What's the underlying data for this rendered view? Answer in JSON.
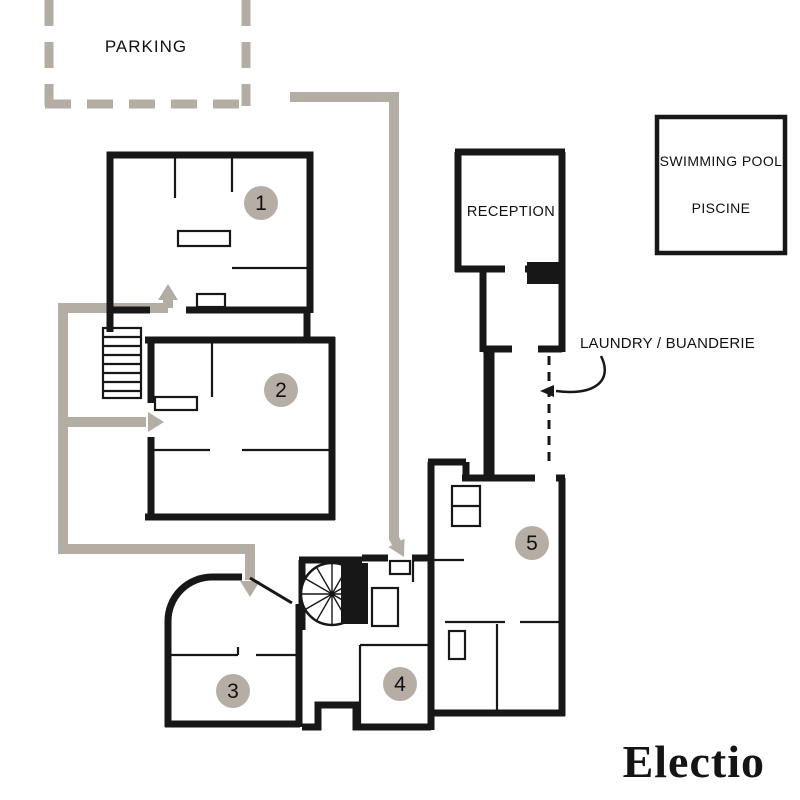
{
  "colors": {
    "wall": "#171717",
    "path_gray": "#b4ada4",
    "circle_fill": "#b6aea5",
    "text": "#111111",
    "bg": "#ffffff"
  },
  "labels": {
    "parking": "PARKING",
    "reception": "RECEPTION",
    "laundry": "LAUNDRY / BUANDERIE",
    "swimming_pool_line1": "SWIMMING POOL",
    "swimming_pool_line2": "PISCINE",
    "logo": "Electio"
  },
  "rooms": [
    {
      "number": "1"
    },
    {
      "number": "2"
    },
    {
      "number": "3"
    },
    {
      "number": "4"
    },
    {
      "number": "5"
    }
  ]
}
